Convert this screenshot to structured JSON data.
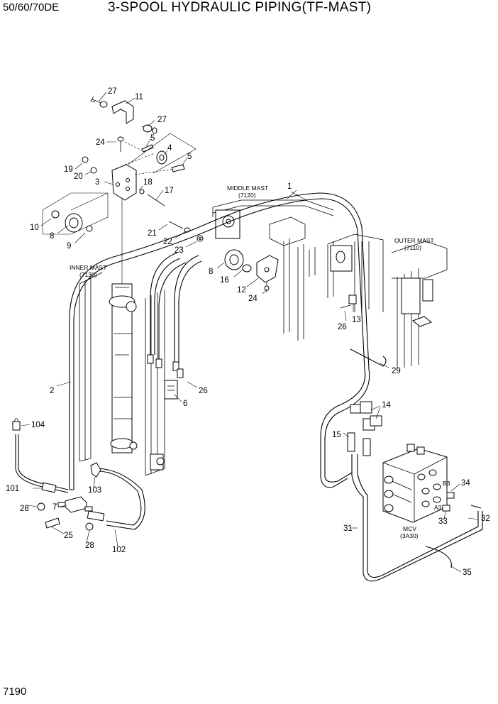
{
  "header": {
    "model": "50/60/70DE",
    "title": "3-SPOOL HYDRAULIC PIPING(TF-MAST)"
  },
  "footer": {
    "page_number": "7190"
  },
  "mast_labels": {
    "inner_mast": [
      "INNER MAST",
      "(7130)"
    ],
    "middle_mast": [
      "MIDDLE MAST",
      "(7120)"
    ],
    "outer_mast": [
      "OUTER MAST",
      "(7110)"
    ],
    "mcv": [
      "MCV",
      "(3A30)"
    ]
  },
  "port_labels": {
    "b3": "B3",
    "a3": "A3"
  },
  "callouts": [
    "27",
    "11",
    "27",
    "24",
    "5",
    "4",
    "5",
    "19",
    "20",
    "3",
    "18",
    "17",
    "10",
    "8",
    "9",
    "21",
    "22",
    "23",
    "1",
    "8",
    "16",
    "12",
    "24",
    "13",
    "26",
    "2",
    "26",
    "6",
    "29",
    "14",
    "15",
    "104",
    "101",
    "28",
    "7",
    "25",
    "28",
    "103",
    "102",
    "34",
    "33",
    "32",
    "31",
    "35"
  ]
}
